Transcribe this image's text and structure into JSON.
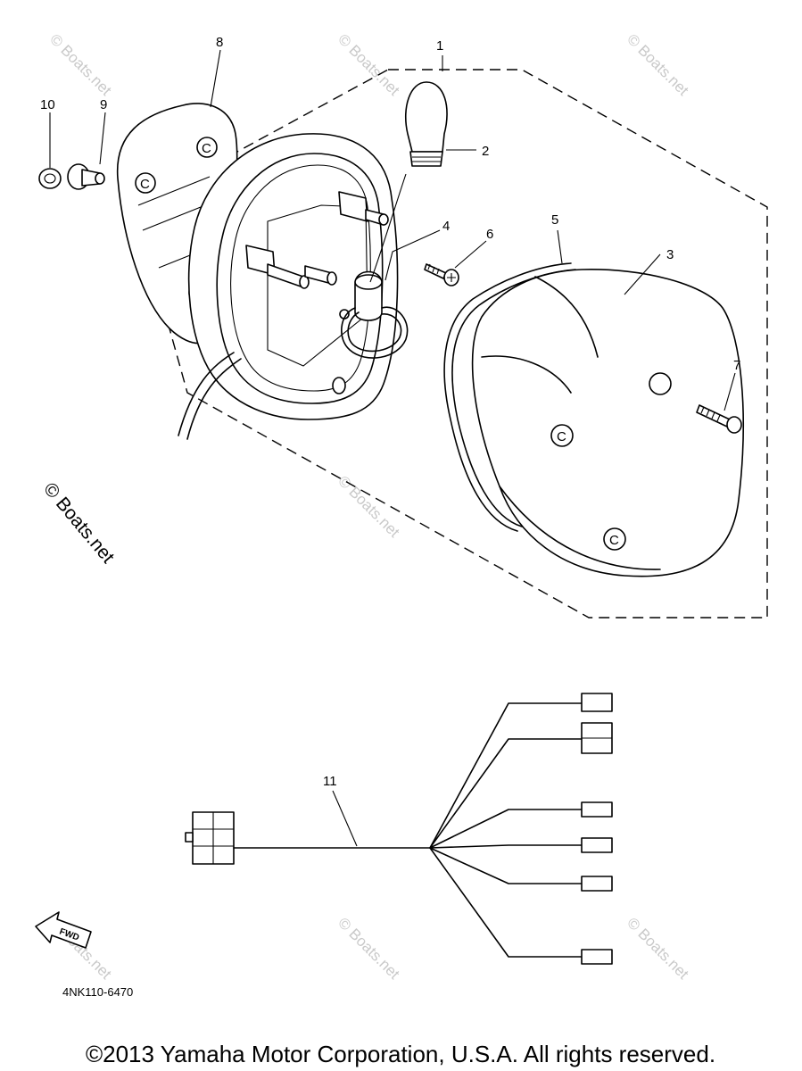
{
  "callouts": [
    {
      "id": "1",
      "label": "1"
    },
    {
      "id": "2",
      "label": "2"
    },
    {
      "id": "3",
      "label": "3"
    },
    {
      "id": "4",
      "label": "4"
    },
    {
      "id": "5",
      "label": "5"
    },
    {
      "id": "6",
      "label": "6"
    },
    {
      "id": "7",
      "label": "7"
    },
    {
      "id": "8",
      "label": "8"
    },
    {
      "id": "9",
      "label": "9"
    },
    {
      "id": "10",
      "label": "10"
    },
    {
      "id": "11",
      "label": "11"
    }
  ],
  "watermark": {
    "text": "© Boats.net"
  },
  "fwd_label": "FWD",
  "diagram_code": "4NK110-6470",
  "copyright": "©2013 Yamaha Motor Corporation, U.S.A. All rights reserved."
}
